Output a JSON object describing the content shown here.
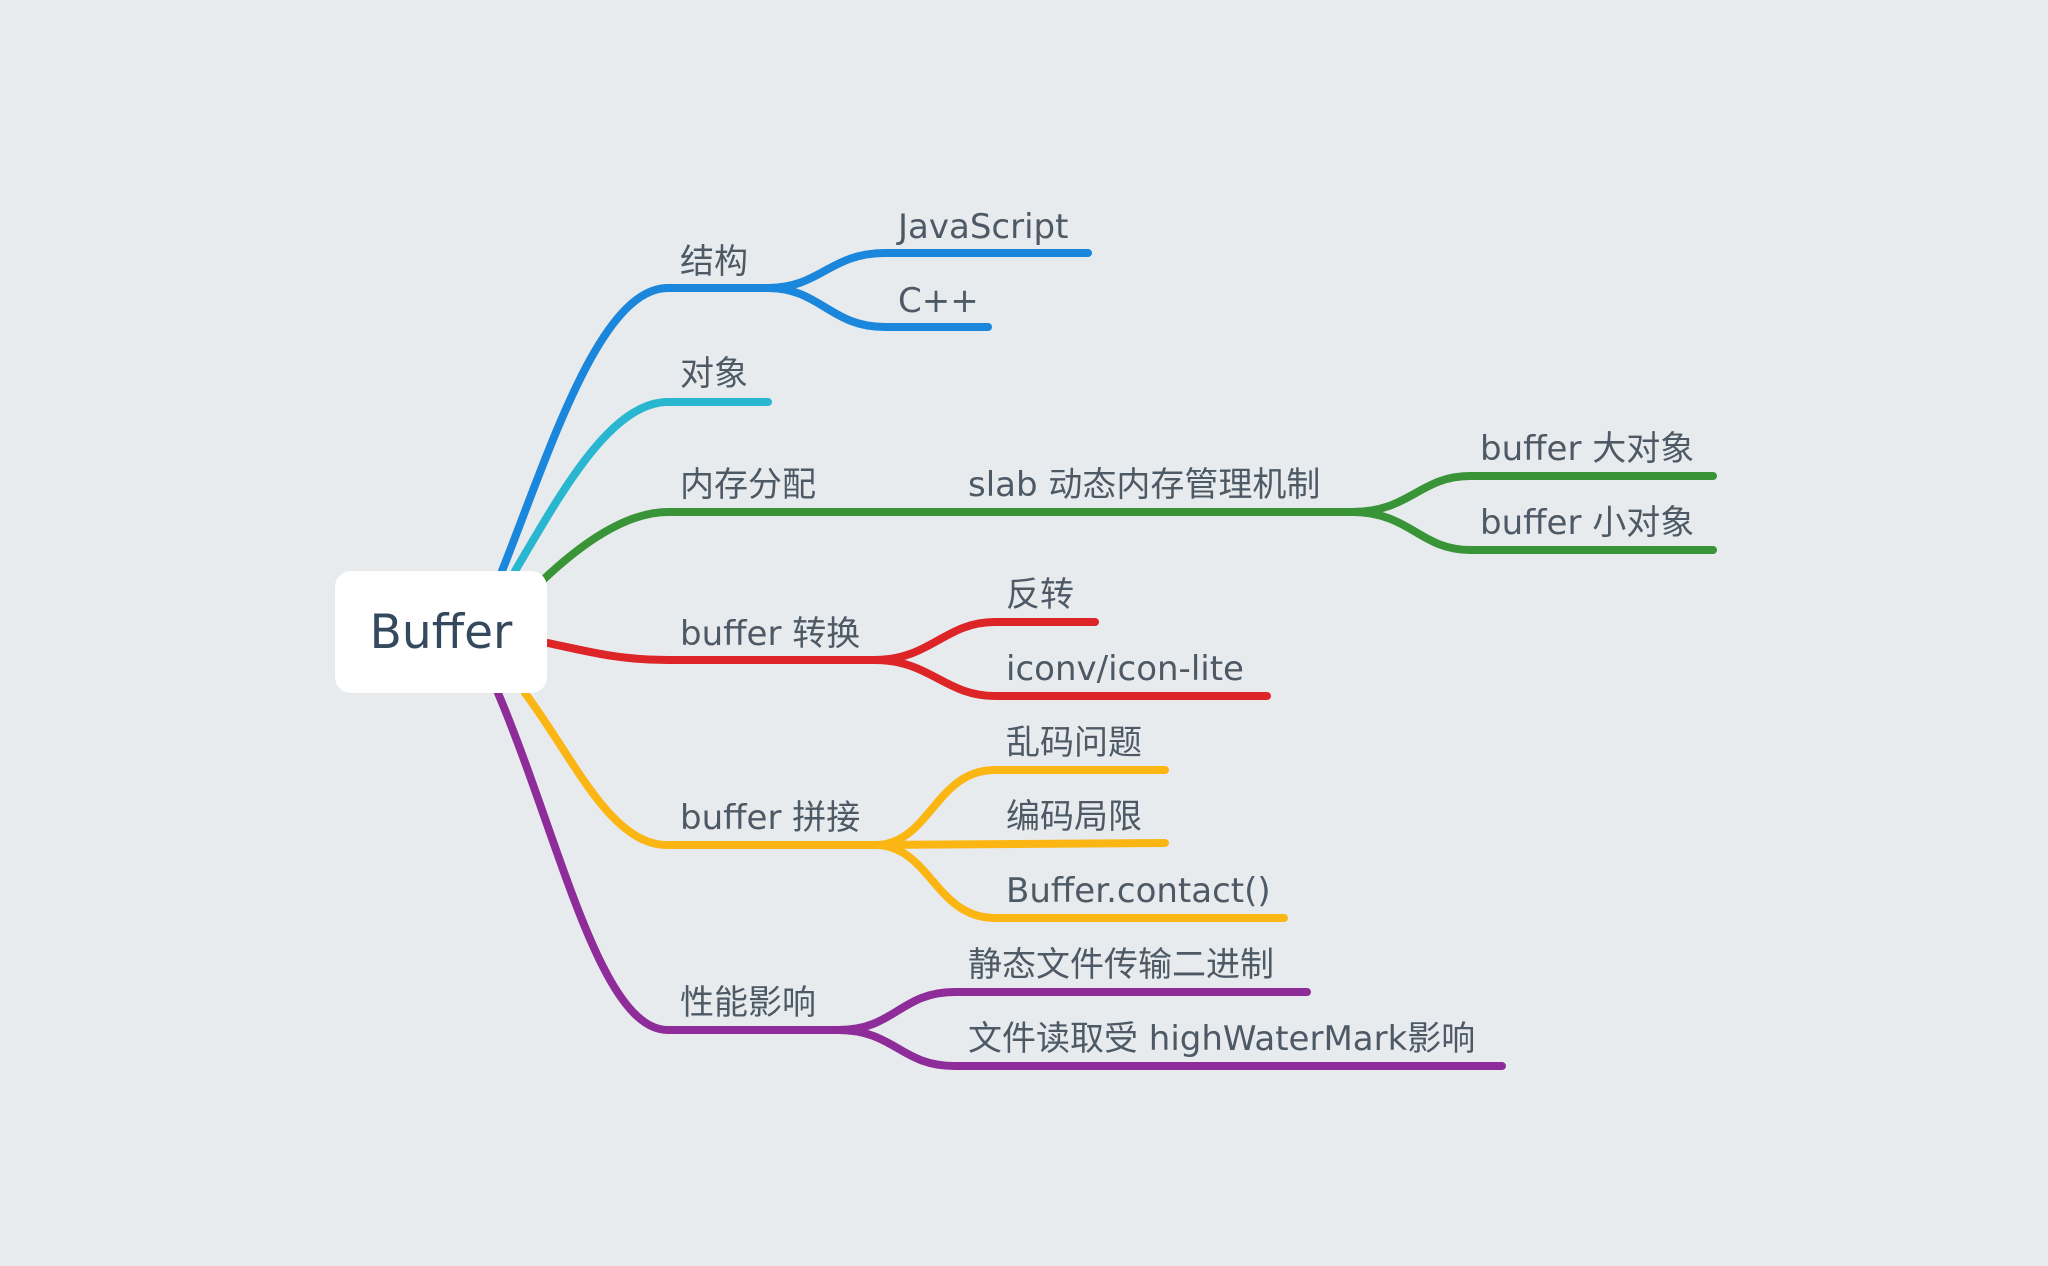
{
  "root": {
    "label": "Buffer"
  },
  "branches": [
    {
      "label": "结构",
      "color": "#1a87dc",
      "children": [
        {
          "label": "JavaScript"
        },
        {
          "label": "C++"
        }
      ]
    },
    {
      "label": "对象",
      "color": "#29b6d1",
      "children": []
    },
    {
      "label": "内存分配",
      "color": "#389436",
      "children": [
        {
          "label": "slab 动态内存管理机制",
          "children": [
            {
              "label": "buffer 大对象"
            },
            {
              "label": "buffer 小对象"
            }
          ]
        }
      ]
    },
    {
      "label": "buffer 转换",
      "color": "#dd2528",
      "children": [
        {
          "label": "反转"
        },
        {
          "label": "iconv/icon-lite"
        }
      ]
    },
    {
      "label": "buffer 拼接",
      "color": "#fbb614",
      "children": [
        {
          "label": "乱码问题"
        },
        {
          "label": "编码局限"
        },
        {
          "label": "Buffer.contact()"
        }
      ]
    },
    {
      "label": "性能影响",
      "color": "#8e2c9a",
      "children": [
        {
          "label": "静态文件传输二进制"
        },
        {
          "label": "文件读取受 highWaterMark影响"
        }
      ]
    }
  ]
}
